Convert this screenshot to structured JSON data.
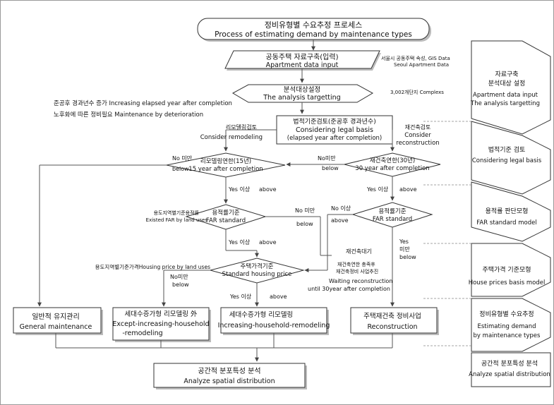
{
  "title": {
    "ko": "정비유형별 수요추정 프로세스",
    "en": "Process of estimating demand by maintenance types"
  },
  "input": {
    "ko": "공동주택 자료구축(입력)",
    "en": "Apartment data input",
    "side_ko": "서울시 공동주택 속성, GIS Data",
    "side_en": "Seoul Apartment Data"
  },
  "targeting": {
    "ko": "분석대상설정",
    "en": "The analysis targetting",
    "side": "3,002개단지 Complexs"
  },
  "left_notes": {
    "elapsed": "준공후 경과년수 증가 Increasing elapsed year after completion",
    "deterioration": "노후화에 따른 정비필요 Maintenance by deterioration"
  },
  "legal": {
    "ko": "법적기준검토(준공후 경과년수)",
    "en1": "Considering legal basis",
    "en2": "(elapsed year after completion)"
  },
  "branch_remodel": {
    "ko": "리모델링검토",
    "en": "Consider remodeling"
  },
  "branch_recon": {
    "ko": "재건축검토",
    "en1": "Consider",
    "en2": "reconstruction"
  },
  "remodel_year": {
    "ko": "리모델링연한(15년)",
    "en": "15 year after completion"
  },
  "recon_year": {
    "ko": "재건축연한(30년)",
    "en": "30 year after completion"
  },
  "labels": {
    "no_below_left_ko": "No 미만",
    "no_below_left_en": "below",
    "no_below_mid_ko": "No미만",
    "no_below_mid_en": "below",
    "yes_above_1": "Yes 이상",
    "above_1": "above",
    "yes_above_2": "Yes 이상",
    "above_2": "above",
    "no_below_far_ko": "No 미만",
    "no_below_far_en": "below",
    "no_above_ko": "No 이상",
    "no_above_en": "above",
    "yes_above_3": "Yes 이상",
    "above_3": "above",
    "yes_right_1": "Yes",
    "yes_right_2": "미만",
    "yes_right_3": "below",
    "no_below_price_ko": "No미만",
    "no_below_price_en": "below",
    "yes_above_4": "Yes 이상",
    "above_4": "above"
  },
  "far_left": {
    "ko": "용적률기준",
    "en": "FAR standard",
    "side_ko": "용도지역별기준용적률",
    "side_en": "Existed FAR by land uses"
  },
  "far_right": {
    "ko": "용적률기준",
    "en": "FAR standard"
  },
  "price": {
    "ko": "주택가격기준",
    "en": "Standard housing price",
    "side": "용도지역별기준가격Housing price by land uses"
  },
  "waiting": {
    "head": "재건축대기",
    "ko1": "재건축연한 충족후",
    "ko2": "재건축정비 사업추진",
    "en1": "Waiting reconstruction",
    "en2": "until 30year after completion"
  },
  "outcomes": [
    {
      "ko": "일반적 유지관리",
      "en": "General maintenance"
    },
    {
      "ko": "세대수증가형 리모델링 外",
      "en1": "Except-increasing-household",
      "en2": "-remodeling"
    },
    {
      "ko": "세대수증가형 리모델링",
      "en": "Increasing-household-remodeling"
    },
    {
      "ko": "주택재건축 정비사업",
      "en": "Reconstruction"
    }
  ],
  "spatial": {
    "ko": "공간적 분포특성 분석",
    "en": "Analyze spatial distribution"
  },
  "right_panel": [
    {
      "ko": "자료구축",
      "ko2": "분석대상 설정",
      "en1": "Apartment data input",
      "en2": "The analysis targetting"
    },
    {
      "ko": "법적기준 검토",
      "en": "Considering legal basis"
    },
    {
      "ko": "용적률 판단모형",
      "en": "FAR standard model"
    },
    {
      "ko": "주택가격 기준모형",
      "en": "House prices basis model"
    },
    {
      "ko": "정비유형별 수요추정",
      "en1": "Estimating demand",
      "en2": "by maintenance types"
    },
    {
      "ko": "공간적 분포특성 분석",
      "en": "Analyze spatial distribution"
    }
  ]
}
